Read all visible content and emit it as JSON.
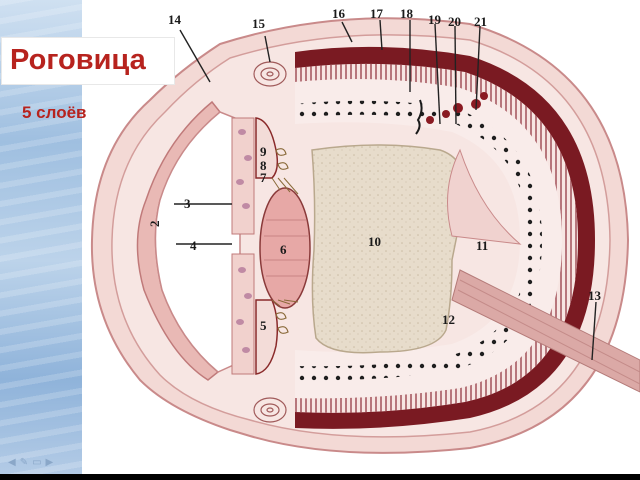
{
  "slide": {
    "title": "Роговица",
    "subtitle": "5 слоёв"
  },
  "diagram": {
    "labels": [
      "2",
      "3",
      "4",
      "5",
      "6",
      "7",
      "8",
      "9",
      "10",
      "11",
      "12",
      "13",
      "14",
      "15",
      "16",
      "17",
      "18",
      "19",
      "20",
      "21"
    ]
  },
  "colors": {
    "title_red": "#b7231e",
    "tissue_pink": "#e9b9b5",
    "dark_red": "#7a1a22",
    "vitreous": "#e7dccb"
  },
  "controls": {
    "icons": [
      "back-icon",
      "pen-icon",
      "slides-icon",
      "forward-icon"
    ]
  }
}
